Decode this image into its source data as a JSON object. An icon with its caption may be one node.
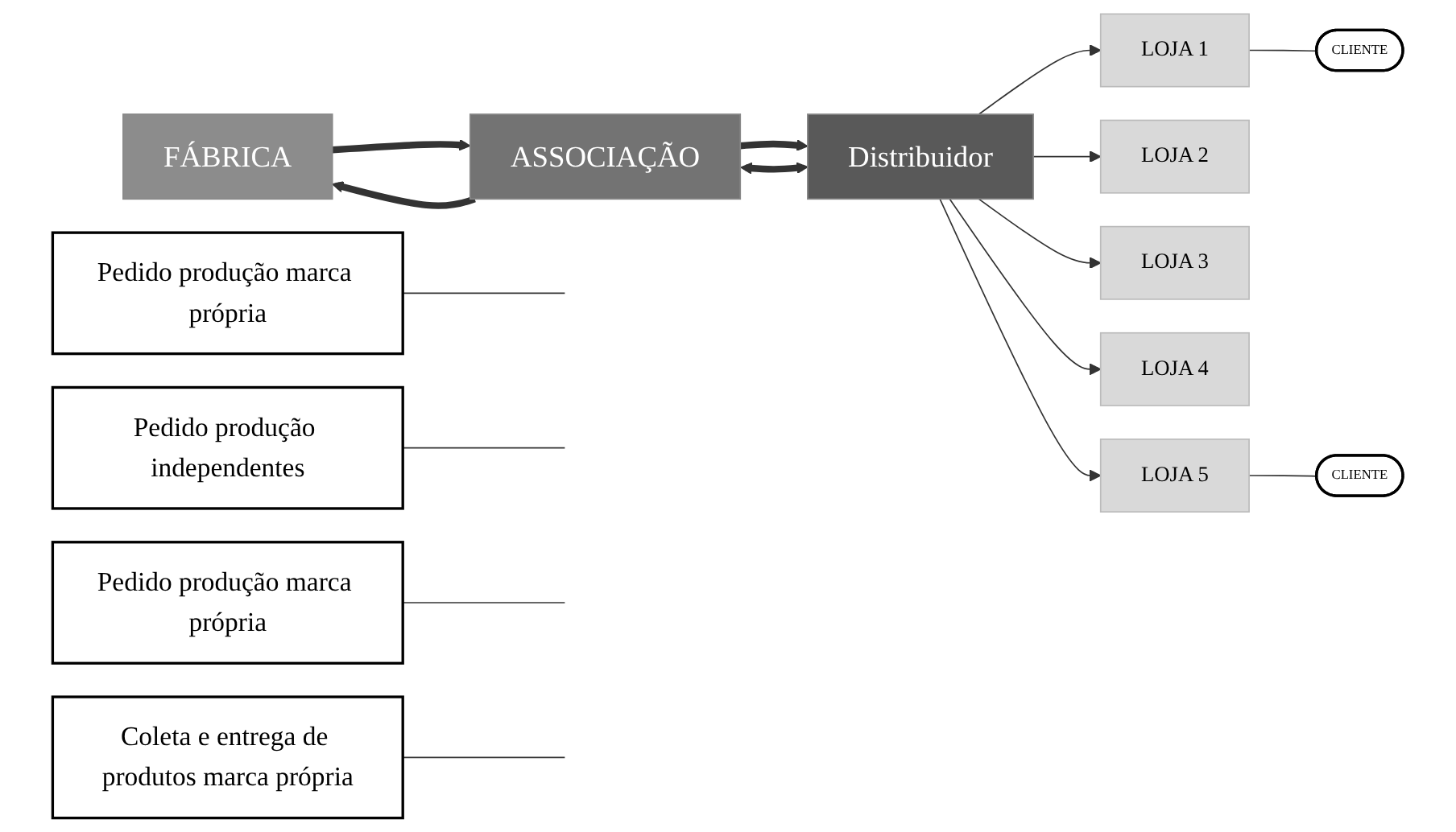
{
  "diagram": {
    "nodes": [
      {
        "text": [
          "Pedido produção marca própria"
        ]
      },
      {
        "text": [
          "Pedido produção independentes"
        ]
      },
      {
        "text": [
          "FÁBRICA"
        ]
      },
      {
        "text": [
          "ASSOCIAÇÃO"
        ]
      },
      {
        "text": [
          "Distribuidor"
        ]
      },
      {
        "text": [
          "CLIENTE"
        ]
      },
      {
        "text": [
          "LOJA 1"
        ]
      },
      {
        "text": [
          "LOJA 2"
        ]
      },
      {
        "text": [
          "LOJA 3"
        ]
      },
      {
        "text": [
          "LOJA 4"
        ]
      },
      {
        "text": [
          "LOJA 5"
        ]
      },
      {
        "text": [
          "CLIENTE"
        ]
      },
      {
        "text": [
          "Pedido produção marca própria"
        ]
      },
      {
        "text": [
          "Coleta e entrega de produtos marca própria"
        ]
      }
    ],
    "edges": [
      {
        "from": 3,
        "to": 2,
        "arrow": "to",
        "style": "thick"
      },
      {
        "from": 2,
        "to": 3,
        "arrow": "to",
        "style": "thick"
      },
      {
        "from": 3,
        "to": 4,
        "arrow": "to",
        "style": "thick"
      },
      {
        "from": 3,
        "to": 4,
        "arrow": "both",
        "style": "thick"
      },
      {
        "from": 4,
        "to": 6,
        "arrow": "to"
      },
      {
        "from": 4,
        "to": 7,
        "arrow": "to"
      },
      {
        "from": 4,
        "to": 8,
        "arrow": "to"
      },
      {
        "from": 4,
        "to": 9,
        "arrow": "to"
      },
      {
        "from": 4,
        "to": 10,
        "arrow": "to"
      },
      {
        "from": 6,
        "to": 5,
        "arrow": "none"
      },
      {
        "from": 10,
        "to": 11,
        "arrow": "none"
      },
      {
        "from": 0,
        "to": null,
        "arrow": "none"
      },
      {
        "from": 1,
        "to": null,
        "arrow": "none"
      },
      {
        "from": 12,
        "to": null,
        "arrow": "none"
      },
      {
        "from": 13,
        "to": null,
        "arrow": "none"
      }
    ]
  }
}
